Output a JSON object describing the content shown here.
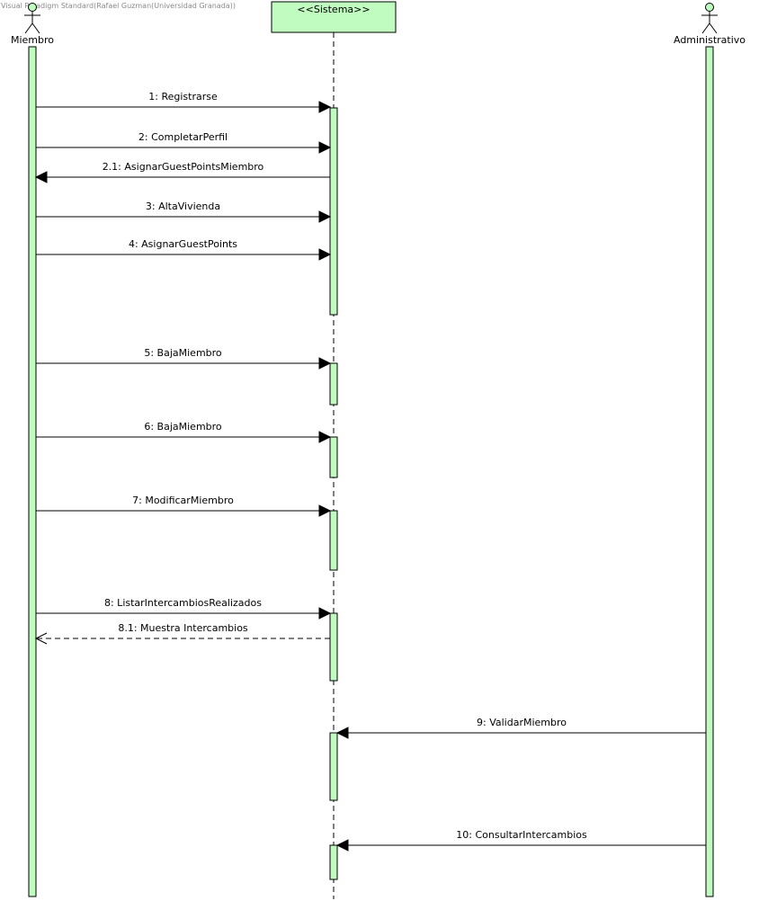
{
  "watermark": "Visual Paradigm Standard(Rafael Guzman(Universidad Granada))",
  "participants": {
    "miembro": {
      "name": "Miembro",
      "kind": "actor"
    },
    "sistema": {
      "name": "<<Sistema>>",
      "kind": "object"
    },
    "administrativo": {
      "name": "Administrativo",
      "kind": "actor"
    }
  },
  "colors": {
    "fill": "#c0fcc0",
    "stroke": "#000000"
  },
  "messages": [
    {
      "label": "1: Registrarse",
      "from": "miembro",
      "to": "sistema",
      "style": "sync"
    },
    {
      "label": "2: CompletarPerfil",
      "from": "miembro",
      "to": "sistema",
      "style": "sync"
    },
    {
      "label": "2.1: AsignarGuestPointsMiembro",
      "from": "sistema",
      "to": "miembro",
      "style": "sync"
    },
    {
      "label": "3: AltaVivienda",
      "from": "miembro",
      "to": "sistema",
      "style": "sync"
    },
    {
      "label": "4: AsignarGuestPoints",
      "from": "miembro",
      "to": "sistema",
      "style": "sync"
    },
    {
      "label": "5: BajaMiembro",
      "from": "miembro",
      "to": "sistema",
      "style": "sync"
    },
    {
      "label": "6: BajaMiembro",
      "from": "miembro",
      "to": "sistema",
      "style": "sync"
    },
    {
      "label": "7: ModificarMiembro",
      "from": "miembro",
      "to": "sistema",
      "style": "sync"
    },
    {
      "label": "8: ListarIntercambiosRealizados",
      "from": "miembro",
      "to": "sistema",
      "style": "sync"
    },
    {
      "label": "8.1: Muestra Intercambios",
      "from": "sistema",
      "to": "miembro",
      "style": "return"
    },
    {
      "label": "9: ValidarMiembro",
      "from": "administrativo",
      "to": "sistema",
      "style": "sync"
    },
    {
      "label": "10: ConsultarIntercambios",
      "from": "administrativo",
      "to": "sistema",
      "style": "sync"
    }
  ]
}
